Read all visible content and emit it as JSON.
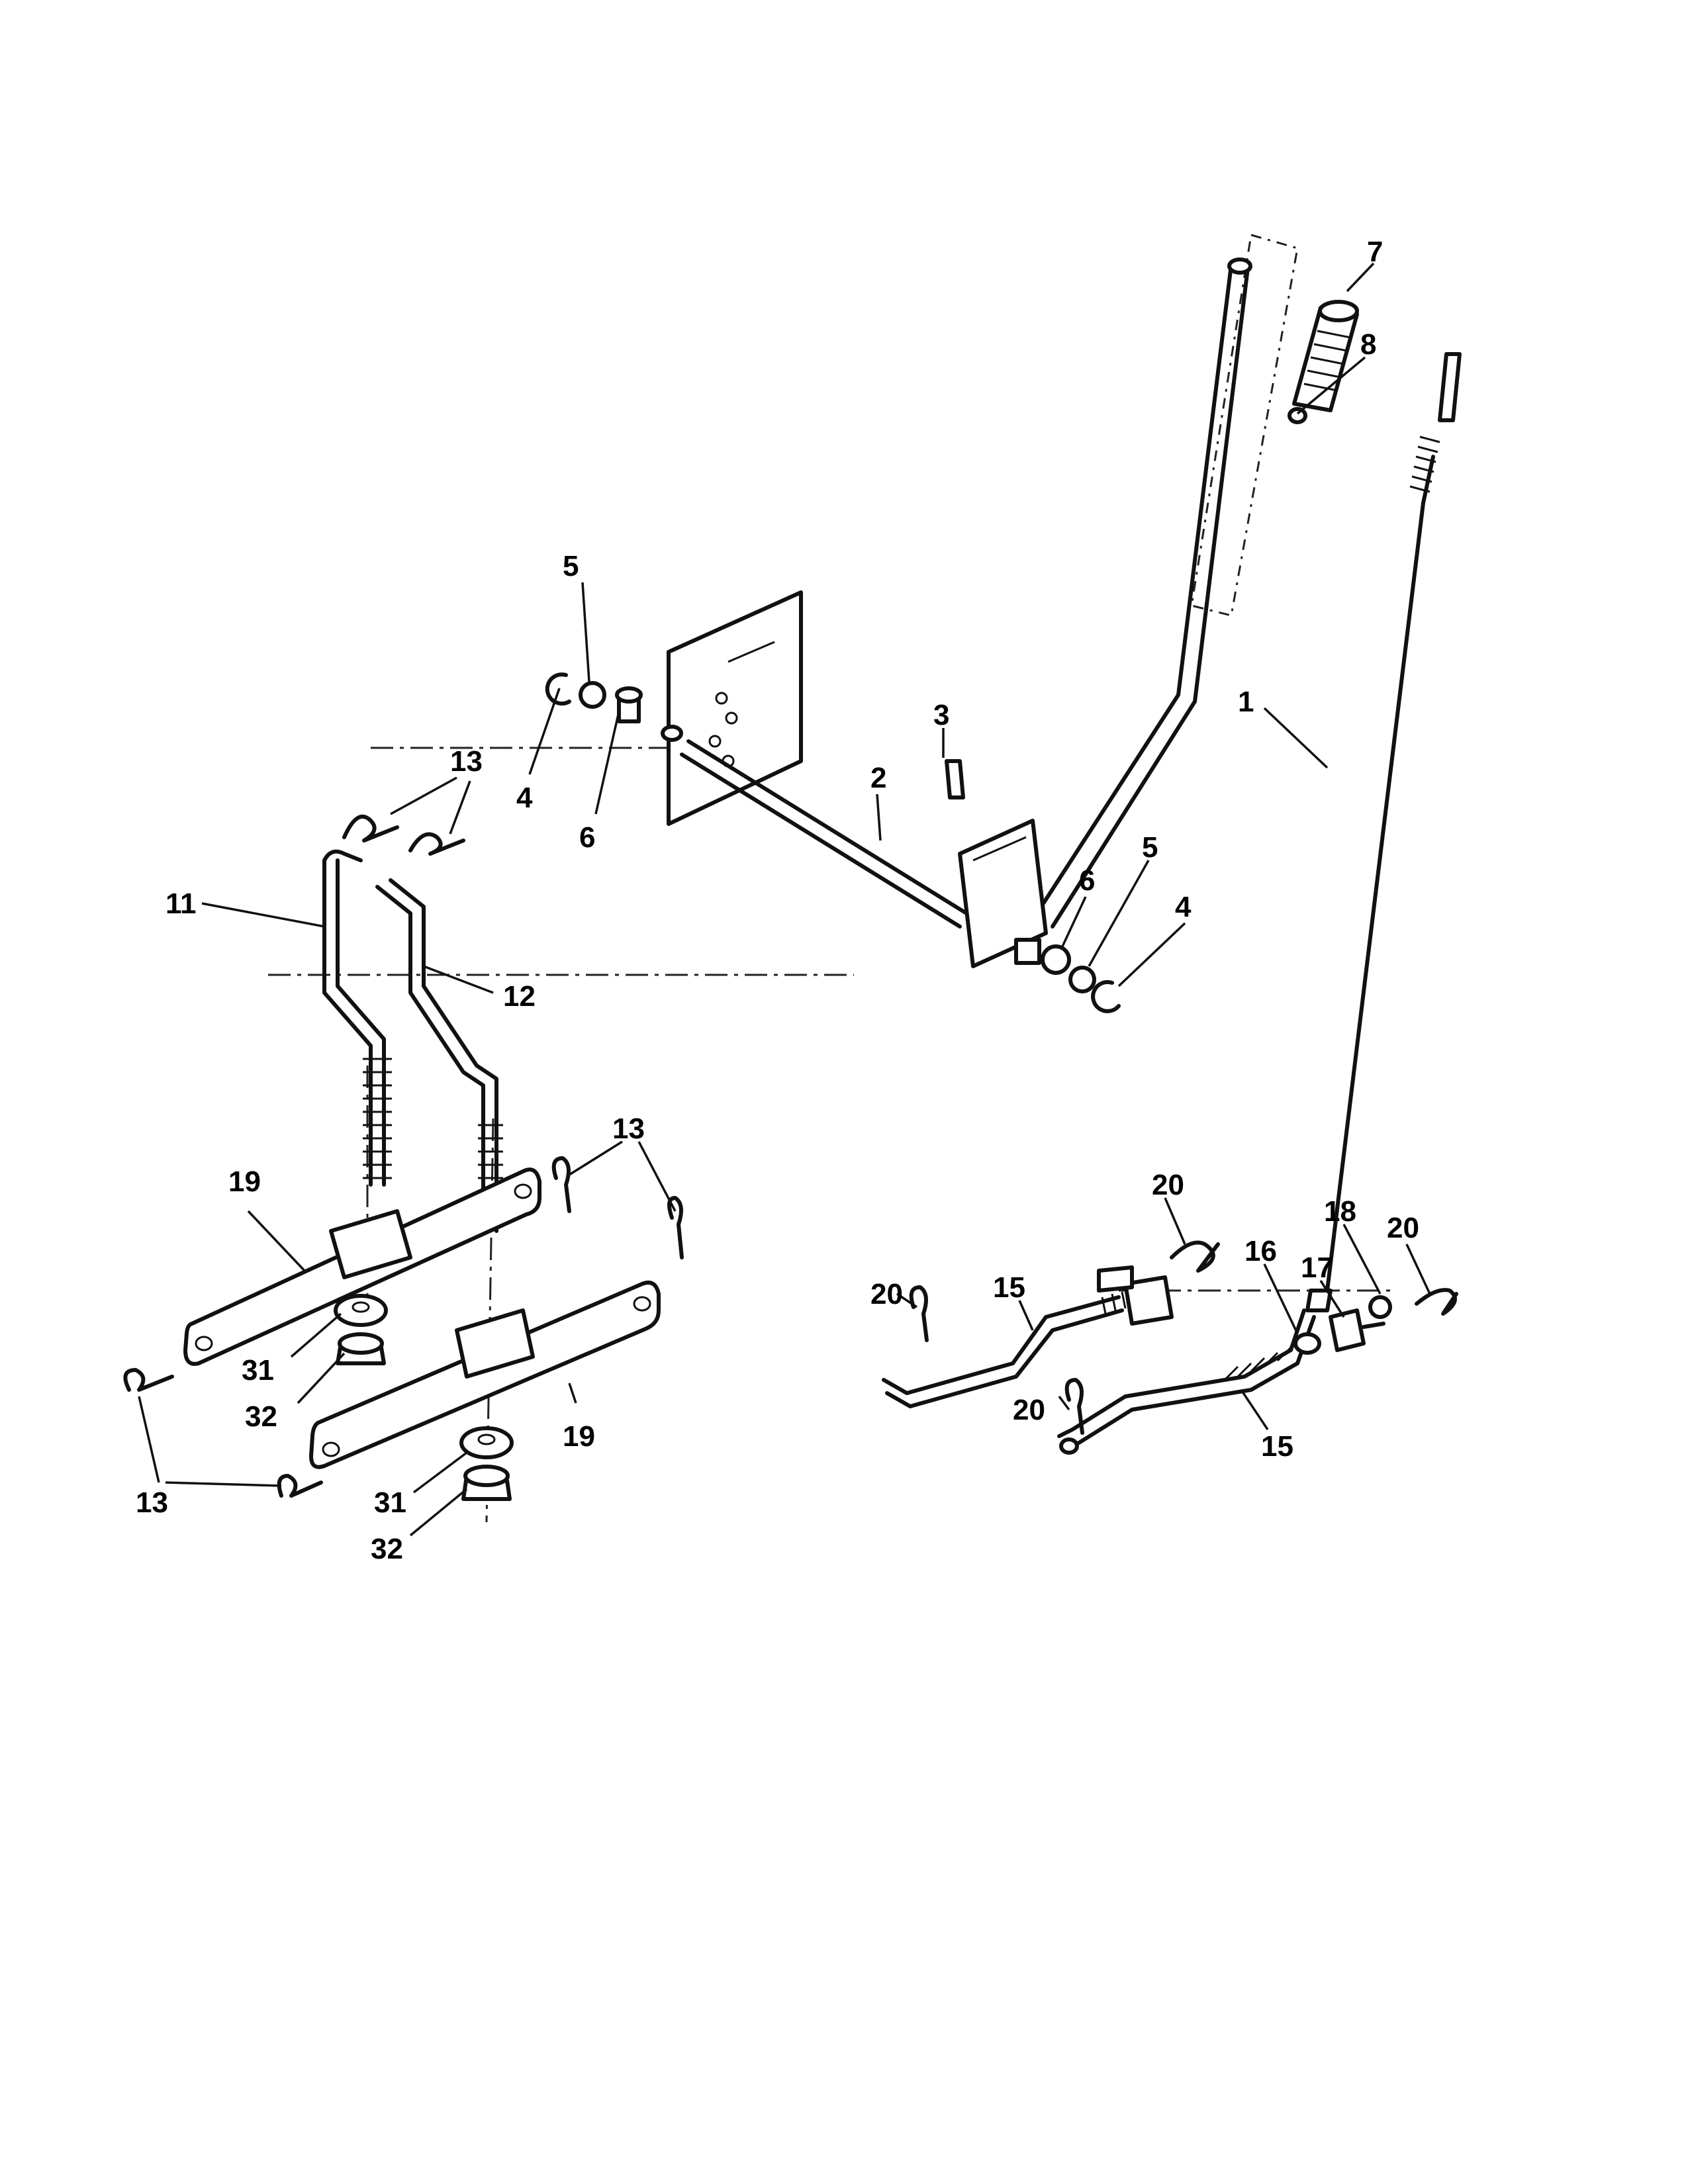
{
  "callouts": {
    "c1": "1",
    "c2": "2",
    "c3": "3",
    "c4a": "4",
    "c4b": "4",
    "c5a": "5",
    "c5b": "5",
    "c6a": "6",
    "c6b": "6",
    "c7": "7",
    "c8": "8",
    "c11": "11",
    "c12": "12",
    "c13a": "13",
    "c13b": "13",
    "c13c": "13",
    "c15a": "15",
    "c15b": "15",
    "c16": "16",
    "c17": "17",
    "c18": "18",
    "c19a": "19",
    "c19b": "19",
    "c20a": "20",
    "c20b": "20",
    "c20c": "20",
    "c20d": "20",
    "c31a": "31",
    "c31b": "31",
    "c32a": "32",
    "c32b": "32"
  }
}
